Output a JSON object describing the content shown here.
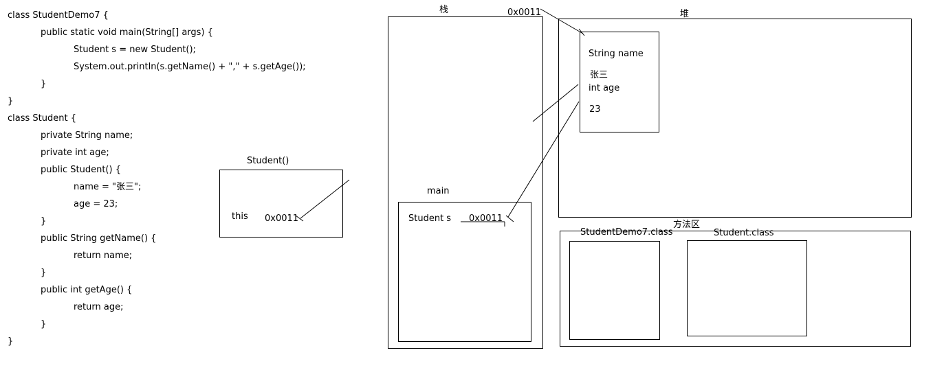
{
  "code": {
    "lines": [
      "class StudentDemo7 {",
      "public static void main(String[] args) {",
      "Student s = new Student();",
      "System.out.println(s.getName() + \",\" + s.getAge());",
      "}",
      "}",
      "class Student {",
      "private String name;",
      "private int age;",
      "public Student() {",
      "name = \"张三\";",
      "age = 23;",
      "}",
      "public String getName() {",
      "return name;",
      "}",
      "public int getAge() {",
      "return age;",
      "}",
      "}"
    ],
    "indent_levels": [
      0,
      1,
      2,
      2,
      1,
      0,
      0,
      1,
      1,
      1,
      2,
      2,
      1,
      1,
      2,
      1,
      1,
      2,
      1,
      0
    ]
  },
  "constructor_frame": {
    "title": "Student()",
    "this_label": "this",
    "address": "0x0011"
  },
  "stack": {
    "title": "栈",
    "main_frame": {
      "title": "main",
      "var_label": "Student s",
      "address": "0x0011"
    }
  },
  "heap": {
    "title": "堆",
    "object_address": "0x0011",
    "object": {
      "field1_label": "String name",
      "field1_value": "张三",
      "field2_label": "int age",
      "field2_value": "23"
    }
  },
  "method_area": {
    "title": "方法区",
    "class1": "StudentDemo7.class",
    "class2": "Student.class"
  }
}
